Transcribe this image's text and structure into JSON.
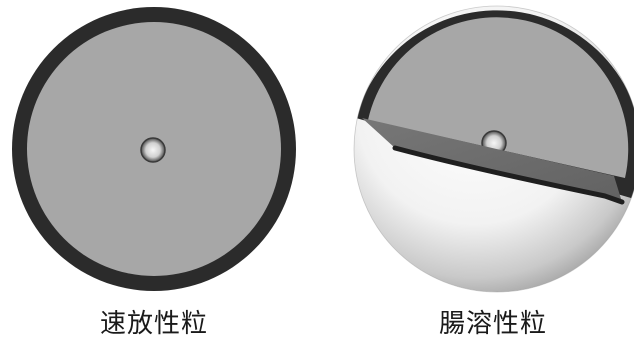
{
  "granules": [
    {
      "label": "速放性粒",
      "type": "immediate-release"
    },
    {
      "label": "腸溶性粒",
      "type": "enteric-coated"
    }
  ],
  "colors": {
    "background": "#ffffff",
    "core": "#a7a7a7",
    "ring": "#2b2b2b",
    "cut_face": "#6f6f6f",
    "shell_light": "#fbfbfb",
    "shell_shadow": "#8a8a8a",
    "caption": "#1a1a1a"
  }
}
